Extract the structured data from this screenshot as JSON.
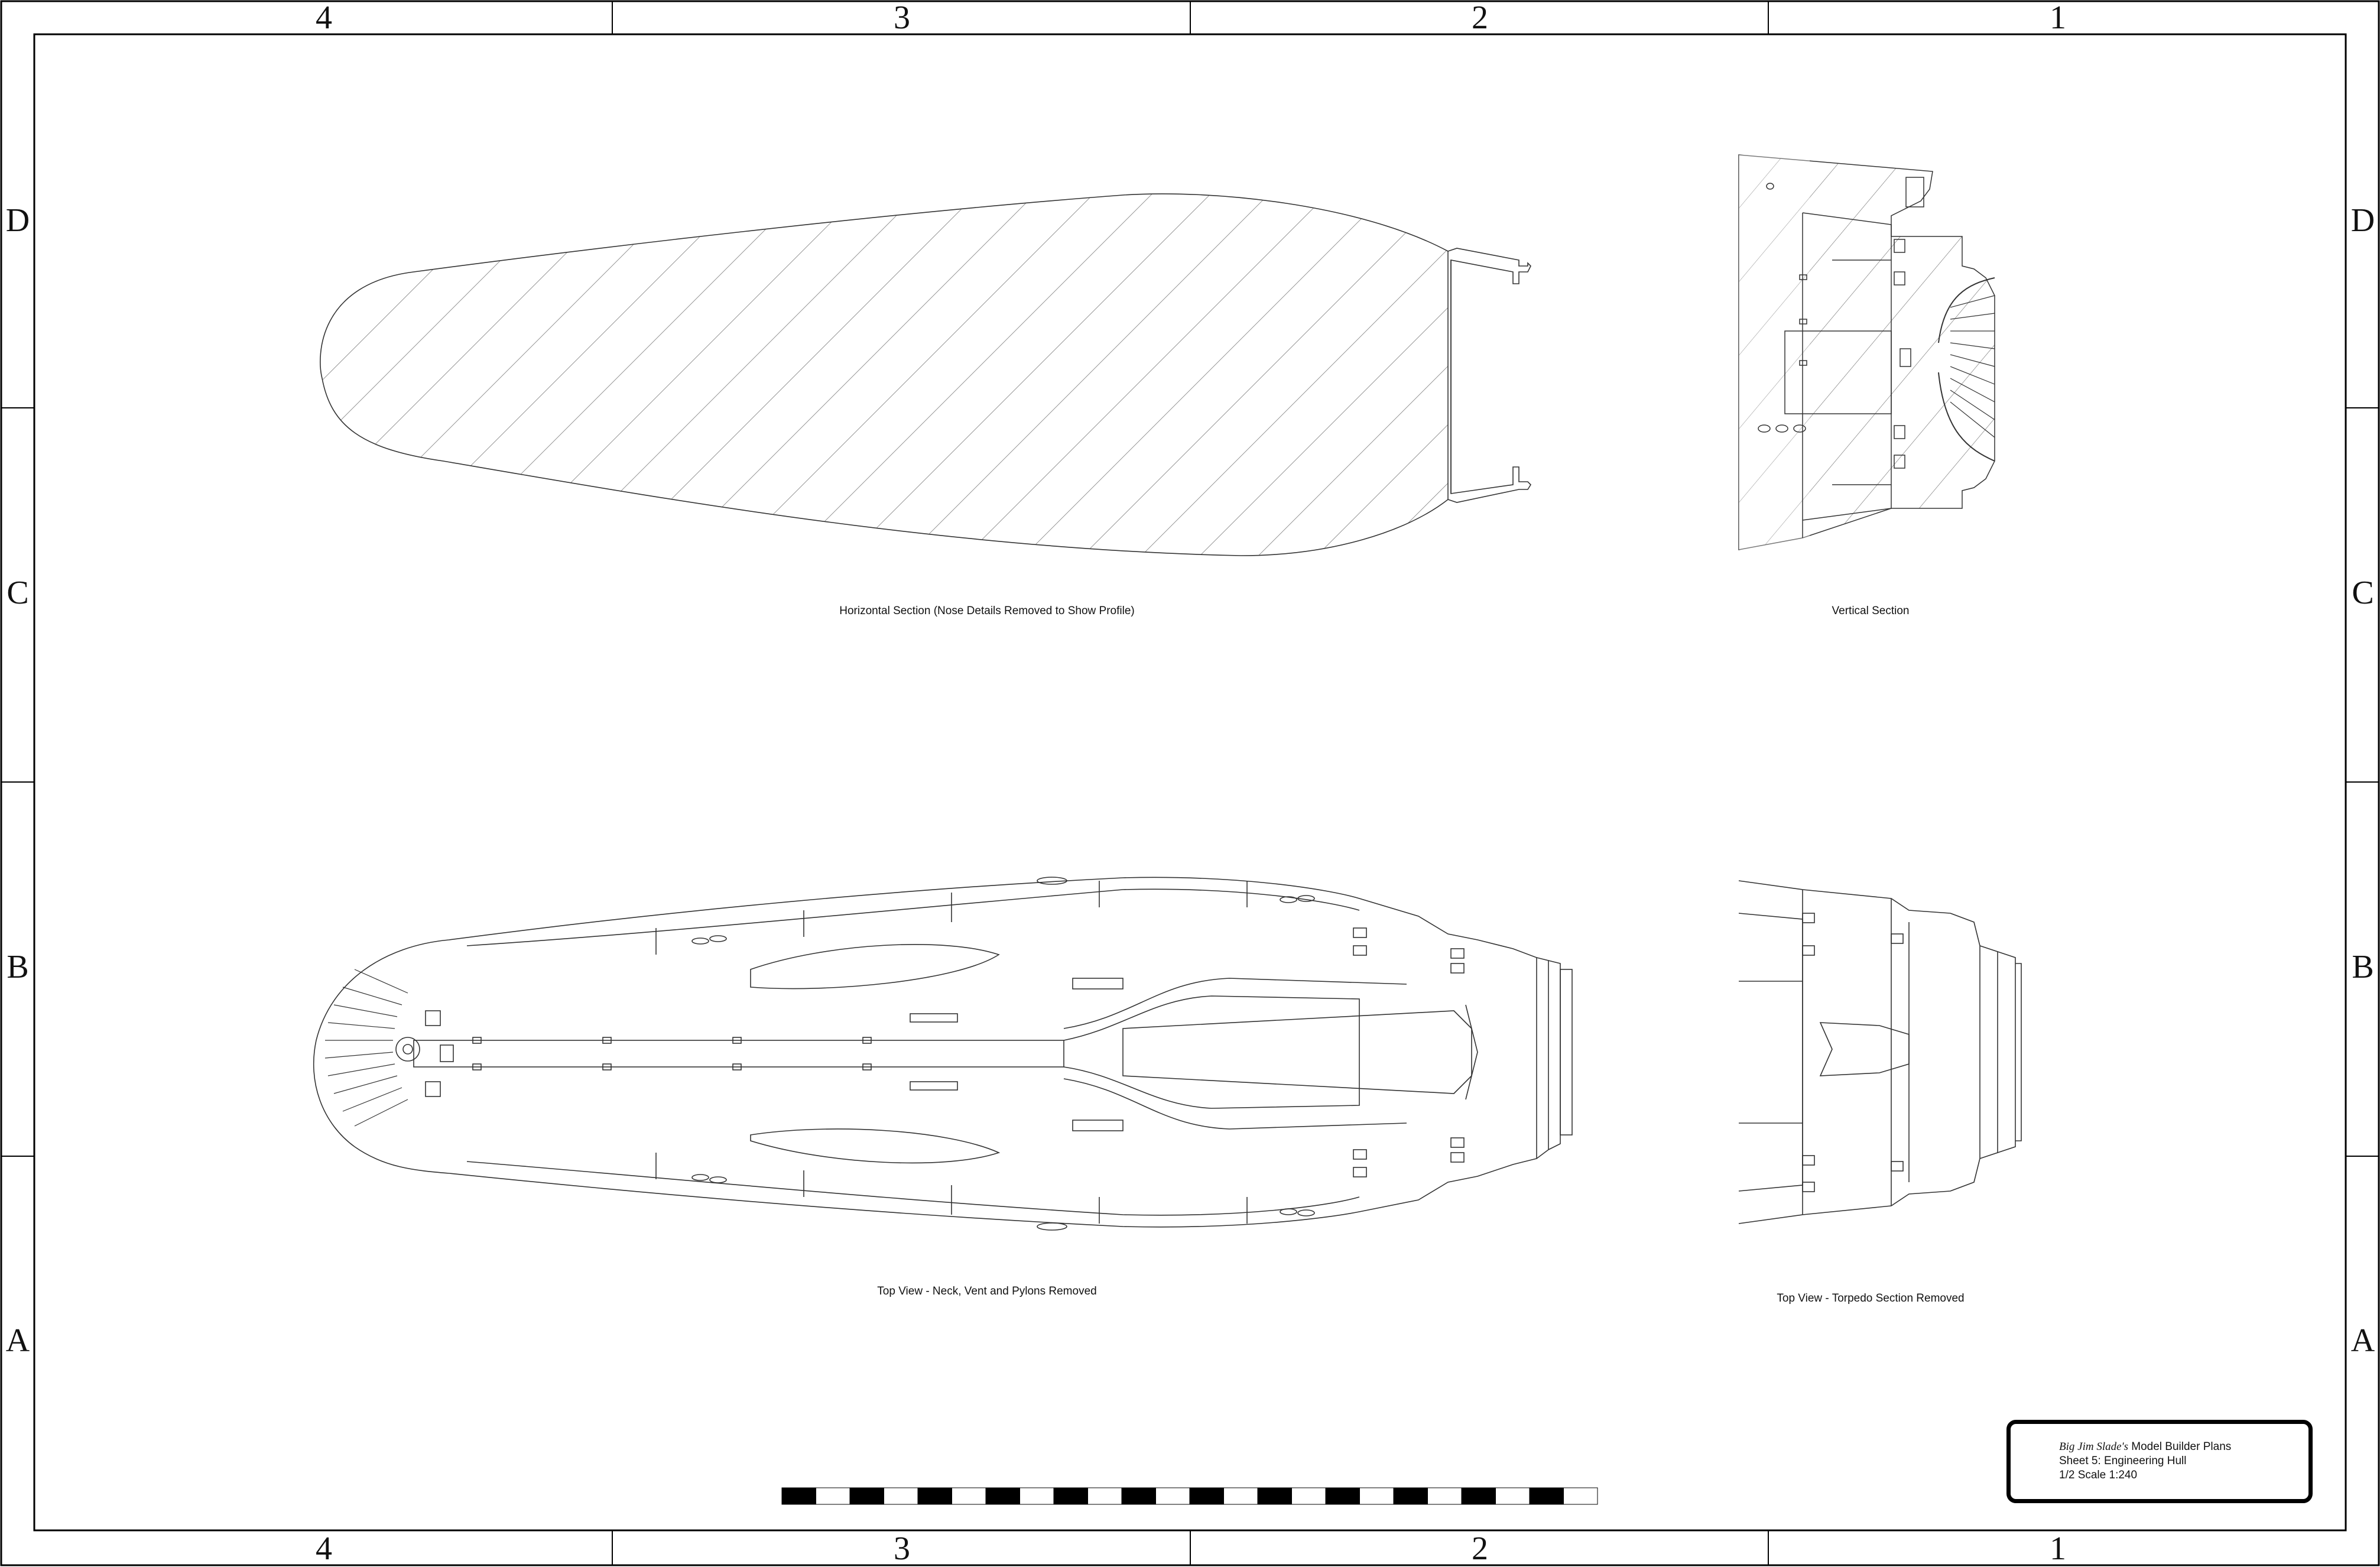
{
  "frame": {
    "column_labels": [
      "4",
      "3",
      "2",
      "1"
    ],
    "row_labels": [
      "D",
      "C",
      "B",
      "A"
    ]
  },
  "views": {
    "horizontal_section": {
      "caption": "Horizontal Section (Nose Details Removed to Show Profile)"
    },
    "vertical_section": {
      "caption": "Vertical Section"
    },
    "top_view": {
      "caption": "Top View - Neck, Vent and Pylons Removed"
    },
    "top_view_torpedo": {
      "caption": "Top View - Torpedo Section Removed"
    }
  },
  "title_block": {
    "brand": "Big Jim Slade's",
    "product": " Model Builder Plans",
    "sheet": "Sheet 5: Engineering Hull",
    "scale": "1/2 Scale  1:240"
  },
  "scale_bar": {
    "segments": 24
  },
  "colors": {
    "line": "#333333",
    "ink": "#000000"
  }
}
